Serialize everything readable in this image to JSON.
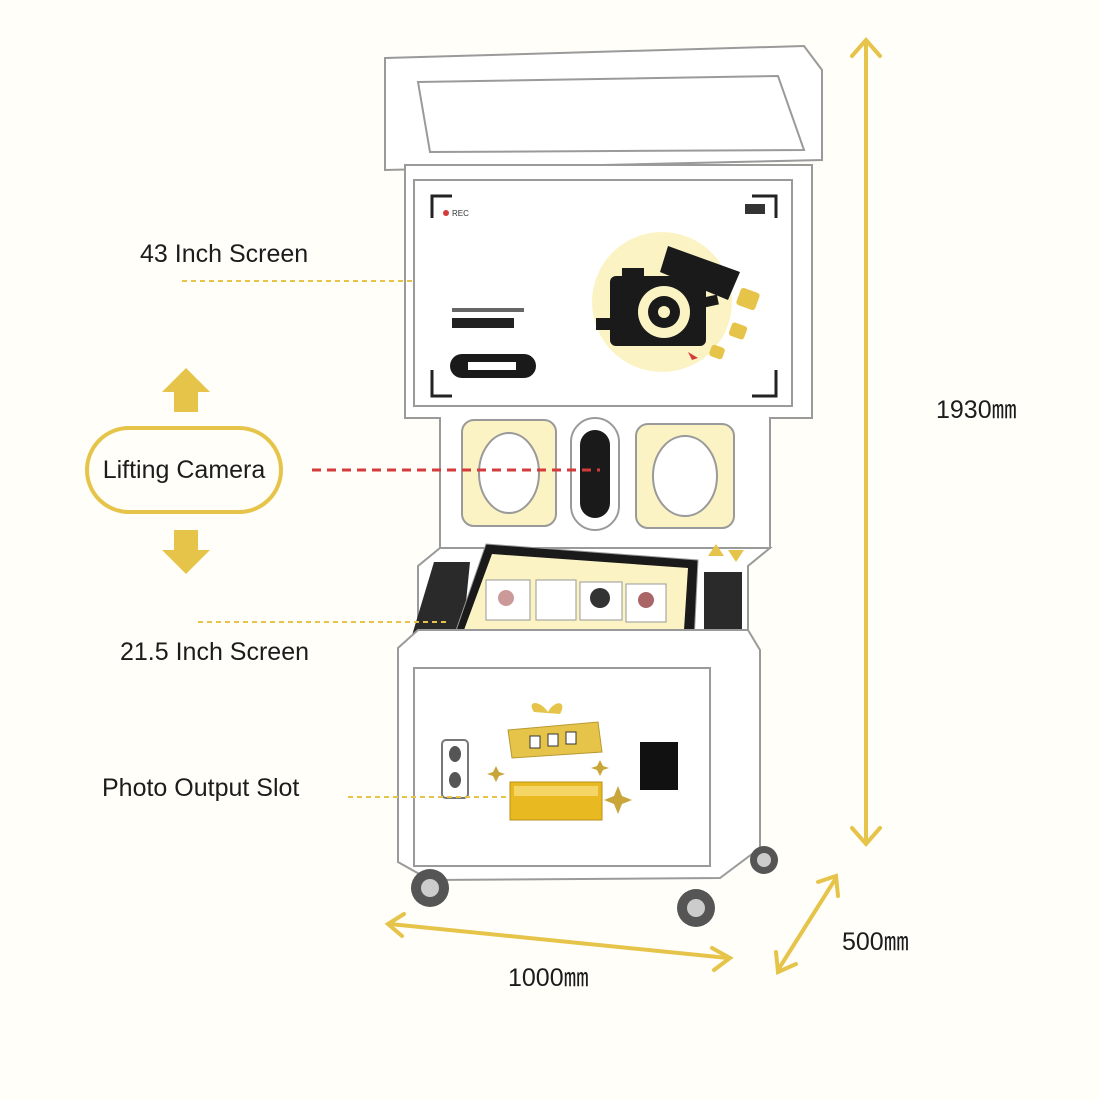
{
  "labels": {
    "screen_43": "43 Inch Screen",
    "lifting_camera": "Lifting Camera",
    "screen_21": "21.5 Inch Screen",
    "photo_output": "Photo Output Slot"
  },
  "dimensions": {
    "height": "1930㎜",
    "width": "1000㎜",
    "depth": "500㎜"
  },
  "screen_ui": {
    "rec": "REC"
  },
  "colors": {
    "accent_gold": "#e6c44a",
    "pale_yellow": "#fbf3c4",
    "camera_line_red": "#d43b3b",
    "panel_black": "#1a1a1a",
    "cabinet_white": "#ffffff",
    "outline": "#9a9a9a"
  },
  "icons": [
    "up-arrow-icon",
    "down-arrow-icon",
    "camera-icon",
    "gift-box-icon",
    "sparkle-icon",
    "wheel-icon"
  ]
}
